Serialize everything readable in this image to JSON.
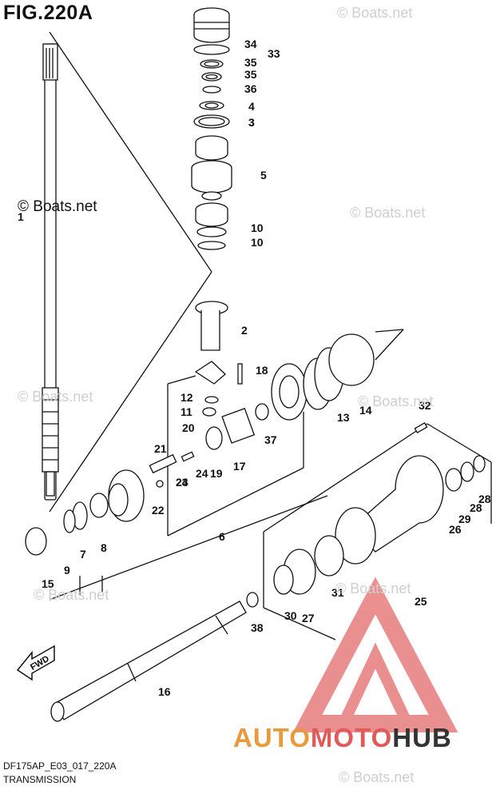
{
  "figure": {
    "title": "FIG.220A",
    "code": "DF175AP_E03_017_220A",
    "caption": "TRANSMISSION"
  },
  "copyright": "© Boats.net",
  "watermark": "© Boats.net",
  "brand": {
    "part1": "AUTO",
    "part2": "MOTO",
    "part3": "HUB",
    "colors": [
      "#e89a3c",
      "#e05a5a",
      "#333333"
    ]
  },
  "fwd_label": "FWD",
  "callouts": [
    "1",
    "2",
    "3",
    "3",
    "4",
    "5",
    "6",
    "7",
    "8",
    "9",
    "10",
    "10",
    "11",
    "12",
    "13",
    "14",
    "15",
    "16",
    "17",
    "18",
    "19",
    "20",
    "21",
    "22",
    "23",
    "24",
    "24",
    "25",
    "26",
    "27",
    "28",
    "28",
    "29",
    "30",
    "31",
    "32",
    "33",
    "34",
    "35",
    "35",
    "36",
    "37",
    "38"
  ]
}
